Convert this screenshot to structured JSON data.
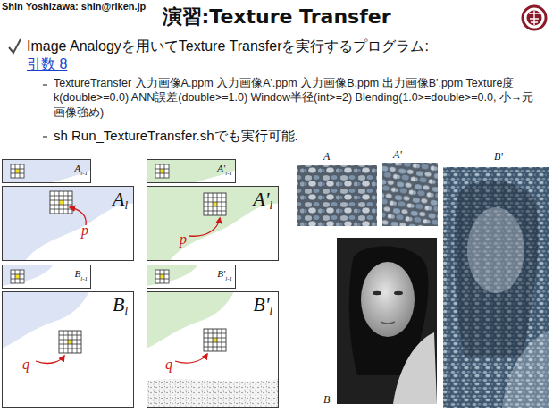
{
  "diagram": {
    "title": "演習:Texture Transfer",
    "nodes": [
      {
        "text": [
          "A",
          "l-1"
        ]
      },
      {
        "text": [
          "A",
          "l",
          "p"
        ]
      },
      {
        "text": [
          "A'",
          "l-1"
        ]
      },
      {
        "text": [
          "A'",
          "l",
          "p"
        ]
      },
      {
        "text": [
          "B",
          "l-1"
        ]
      },
      {
        "text": [
          "B",
          "l",
          "q"
        ]
      },
      {
        "text": [
          "B'",
          "l-1"
        ]
      },
      {
        "text": [
          "B'",
          "l",
          "q"
        ]
      }
    ],
    "labels": [
      "Shin Yoshizawa: shin@riken.jp",
      "Image Analogyを用いてTexture Transferを実行するプログラム:",
      "引数 8",
      "TextureTransfer 入力画像A.ppm 入力画像A'.ppm 入力画像B.ppm 出力画像B'.ppm Texture度k(double>=0.0) ANN誤差(double>=1.0) Window半径(int>=2) Blending(1.0>=double>=0.0, 小→元画像強め)",
      "sh Run_TextureTransfer.shでも実行可能.",
      "A",
      "A'",
      "B'",
      "B"
    ]
  }
}
